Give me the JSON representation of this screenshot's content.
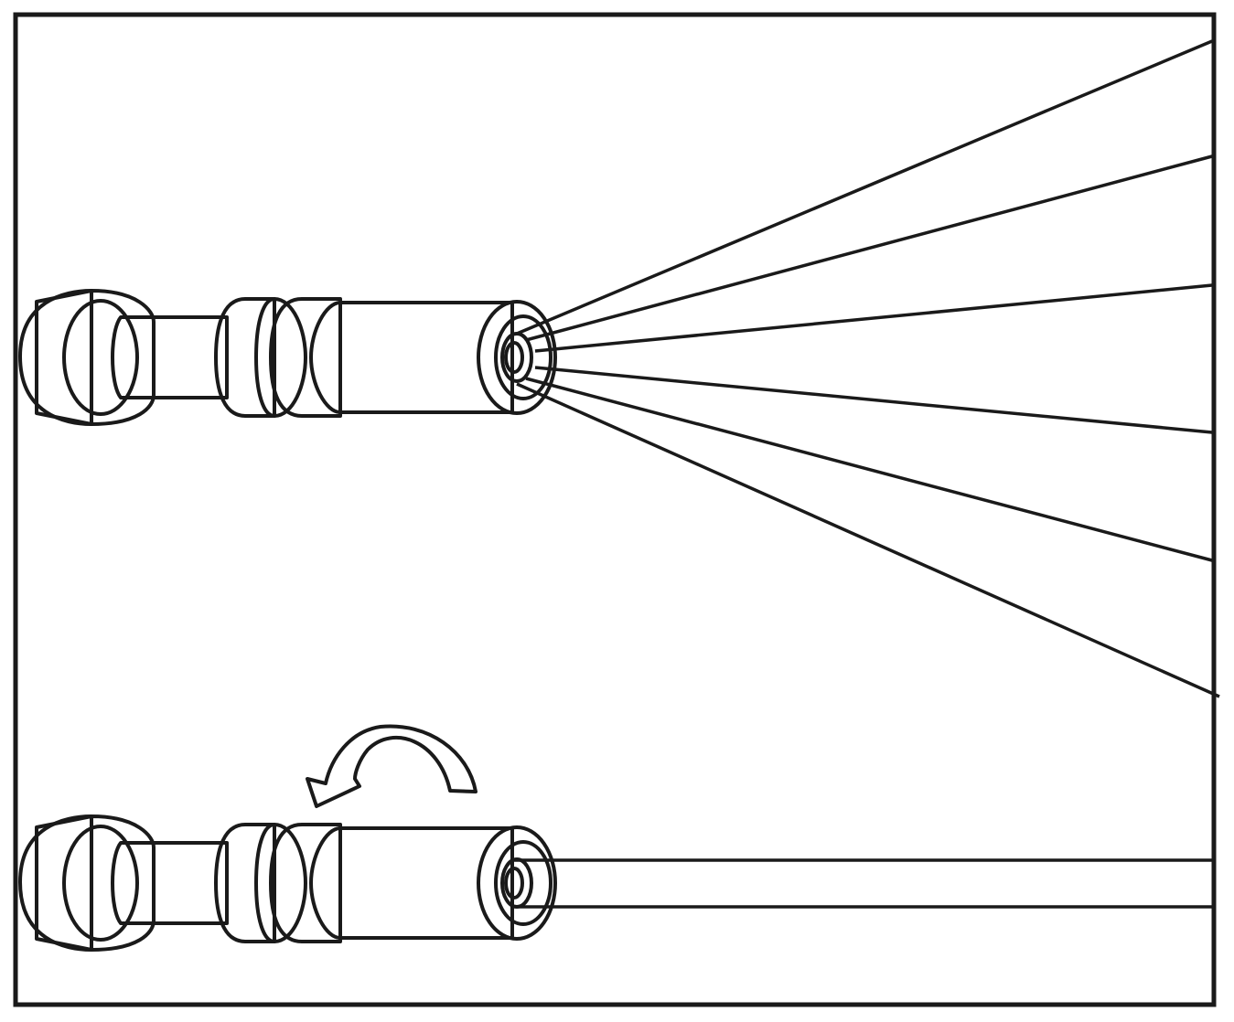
{
  "diagram": {
    "panel_border_color": "#1a1a1a",
    "metal_light": "#ffffff",
    "metal_mid": "#d9d9d9",
    "metal_dark": "#a8a8a8",
    "nozzles": [
      {
        "id": "spray",
        "pattern": "spray-fan",
        "rotation_arrow": false
      },
      {
        "id": "jet",
        "pattern": "straight-jet",
        "rotation_arrow": true
      }
    ],
    "icons": [
      "knurled-grip-icon",
      "rotate-arrow-icon"
    ]
  }
}
